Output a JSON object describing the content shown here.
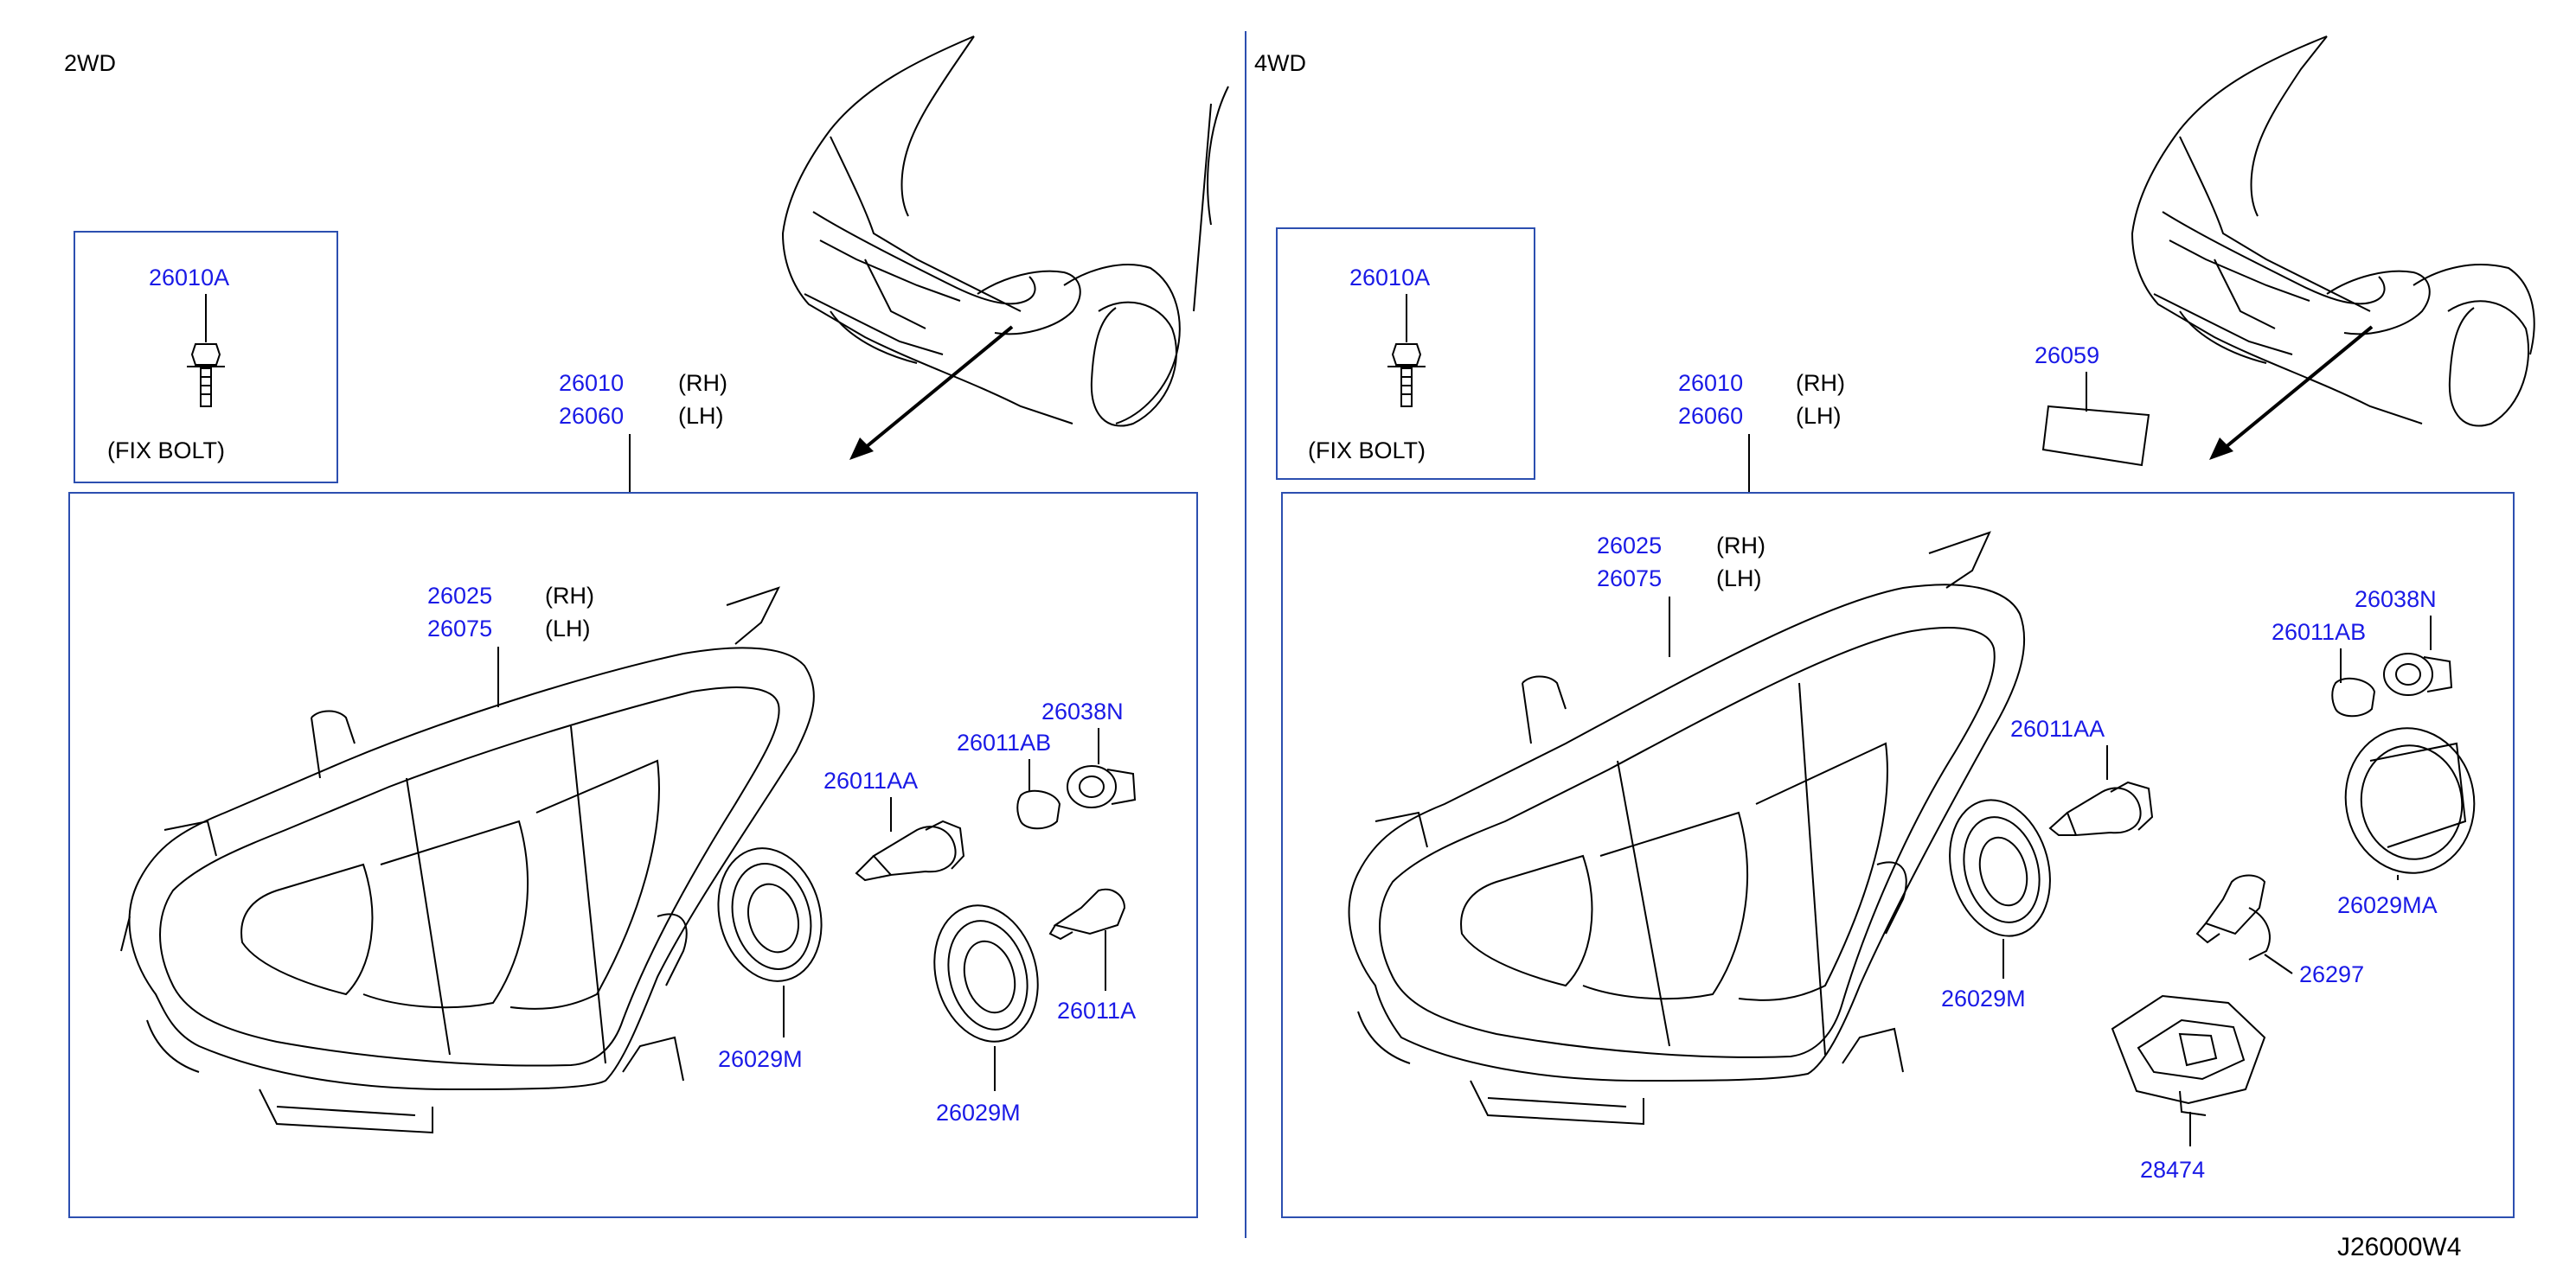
{
  "diagram_id": "J26000W4",
  "left": {
    "variant": "2WD",
    "fix_bolt": {
      "part": "26010A",
      "caption": "(FIX   BOLT)"
    },
    "assembly": {
      "rh": "26010",
      "lh": "26060",
      "rh_tag": "(RH)",
      "lh_tag": "(LH)"
    },
    "housing": {
      "rh": "26025",
      "lh": "26075",
      "rh_tag": "(RH)",
      "lh_tag": "(LH)"
    },
    "parts": {
      "bulb_aa": "26011AA",
      "bulb_ab": "26011AB",
      "socket_n": "26038N",
      "bulb_a": "26011A",
      "cap_m1": "26029M",
      "cap_m2": "26029M"
    }
  },
  "right": {
    "variant": "4WD",
    "fix_bolt": {
      "part": "26010A",
      "caption": "(FIX   BOLT)"
    },
    "label_part": "26059",
    "assembly": {
      "rh": "26010",
      "lh": "26060",
      "rh_tag": "(RH)",
      "lh_tag": "(LH)"
    },
    "housing": {
      "rh": "26025",
      "lh": "26075",
      "rh_tag": "(RH)",
      "lh_tag": "(LH)"
    },
    "parts": {
      "socket_n": "26038N",
      "bulb_ab": "26011AB",
      "bulb_aa": "26011AA",
      "cap_ma": "26029MA",
      "xenon_bulb": "26297",
      "cap_m": "26029M",
      "ballast": "28474"
    }
  }
}
